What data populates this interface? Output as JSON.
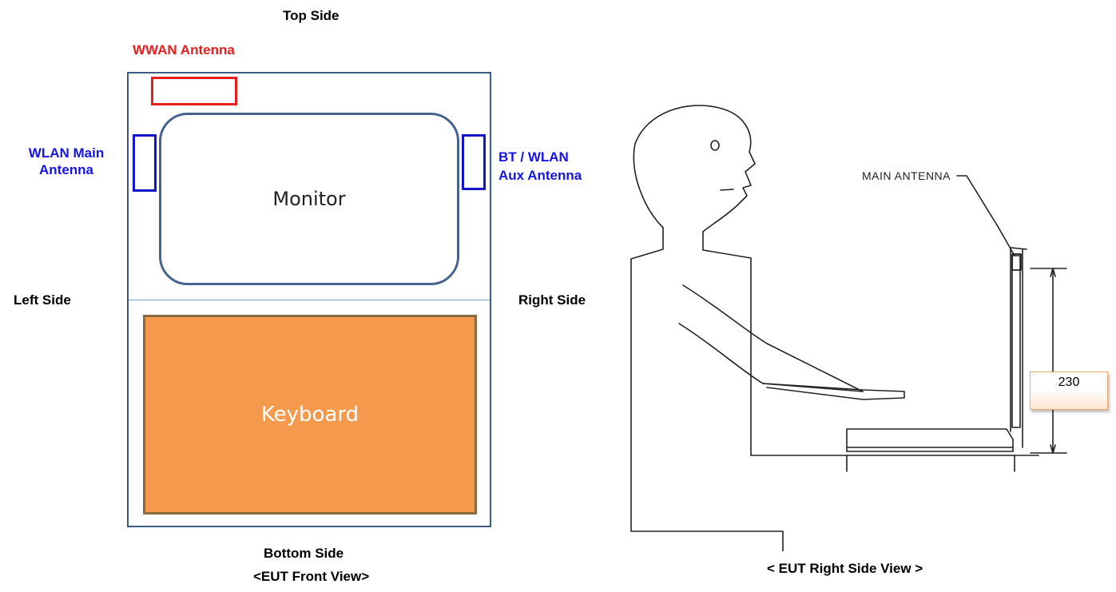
{
  "front_view": {
    "top_label": "Top Side",
    "bottom_label": "Bottom Side",
    "left_label": "Left Side",
    "right_label": "Right Side",
    "caption": "<EUT Front View>",
    "wwan_label": "WWAN Antenna",
    "wlan_main_label_line1": "WLAN Main",
    "wlan_main_label_line2": "Antenna",
    "bt_label_line1": "BT / WLAN",
    "bt_label_line2": "Aux Antenna",
    "monitor_label": "Monitor",
    "keyboard_label": "Keyboard"
  },
  "side_view": {
    "main_antenna_label": "MAIN ANTENNA",
    "dimension_value": "230",
    "caption": "< EUT Right Side View >"
  },
  "colors": {
    "wwan": "#e61e1e",
    "wlan": "#1414e6",
    "keyboard": "#f59a4c",
    "frame": "#3c5a82"
  }
}
